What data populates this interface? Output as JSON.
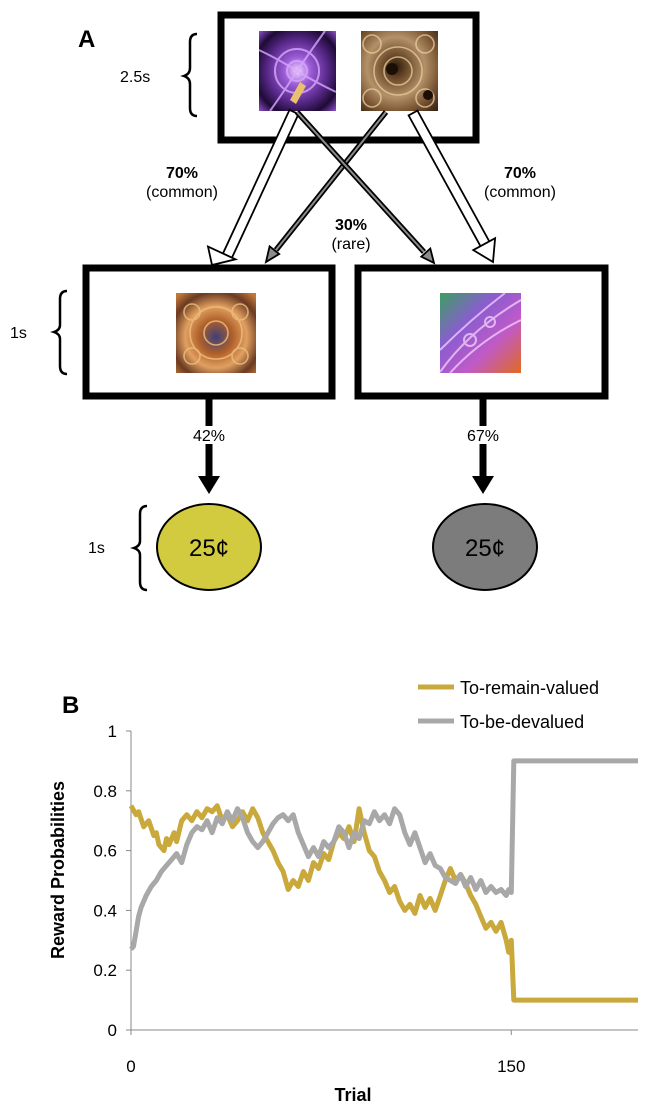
{
  "panel_a": {
    "label": "A",
    "first_stage_duration": "2.5s",
    "second_stage_duration": "1s",
    "outcome_duration": "1s",
    "transition_left": {
      "percent": "70%",
      "type": "(common)"
    },
    "transition_right": {
      "percent": "70%",
      "type": "(common)"
    },
    "transition_rare": {
      "percent": "30%",
      "type": "(rare)"
    },
    "reward_prob_left": "42%",
    "reward_prob_right": "67%",
    "coin_left": {
      "value": "25¢",
      "color": "#d3cb3f"
    },
    "coin_right": {
      "value": "25¢",
      "color": "#7c7c7c"
    }
  },
  "panel_b": {
    "label": "B"
  },
  "chart_data": {
    "type": "line",
    "xlabel": "Trial",
    "ylabel": "Reward Probabilities",
    "xlim": [
      0,
      200
    ],
    "ylim": [
      0,
      1
    ],
    "xticks": [
      "0",
      "150"
    ],
    "xtick_values": [
      0,
      150
    ],
    "yticks": [
      "0",
      "0.2",
      "0.4",
      "0.6",
      "0.8",
      "1"
    ],
    "ytick_values": [
      0,
      0.2,
      0.4,
      0.6,
      0.8,
      1
    ],
    "grid": false,
    "legend_position": "top-right",
    "series": [
      {
        "name": "To-remain-valued",
        "color": "#c9a83c",
        "points": [
          [
            0,
            0.75
          ],
          [
            2,
            0.72
          ],
          [
            3,
            0.73
          ],
          [
            5,
            0.68
          ],
          [
            7,
            0.7
          ],
          [
            9,
            0.65
          ],
          [
            10,
            0.66
          ],
          [
            11,
            0.62
          ],
          [
            13,
            0.6
          ],
          [
            14,
            0.64
          ],
          [
            15,
            0.62
          ],
          [
            17,
            0.66
          ],
          [
            18,
            0.63
          ],
          [
            20,
            0.7
          ],
          [
            22,
            0.72
          ],
          [
            24,
            0.7
          ],
          [
            26,
            0.73
          ],
          [
            28,
            0.71
          ],
          [
            30,
            0.74
          ],
          [
            32,
            0.73
          ],
          [
            34,
            0.75
          ],
          [
            36,
            0.7
          ],
          [
            38,
            0.72
          ],
          [
            40,
            0.68
          ],
          [
            42,
            0.7
          ],
          [
            44,
            0.73
          ],
          [
            46,
            0.7
          ],
          [
            48,
            0.74
          ],
          [
            50,
            0.71
          ],
          [
            52,
            0.66
          ],
          [
            54,
            0.63
          ],
          [
            56,
            0.6
          ],
          [
            58,
            0.56
          ],
          [
            60,
            0.53
          ],
          [
            62,
            0.47
          ],
          [
            64,
            0.5
          ],
          [
            66,
            0.48
          ],
          [
            68,
            0.53
          ],
          [
            70,
            0.5
          ],
          [
            72,
            0.56
          ],
          [
            74,
            0.54
          ],
          [
            76,
            0.59
          ],
          [
            78,
            0.57
          ],
          [
            80,
            0.63
          ],
          [
            82,
            0.66
          ],
          [
            84,
            0.64
          ],
          [
            86,
            0.68
          ],
          [
            88,
            0.63
          ],
          [
            90,
            0.74
          ],
          [
            92,
            0.66
          ],
          [
            94,
            0.6
          ],
          [
            96,
            0.58
          ],
          [
            98,
            0.53
          ],
          [
            100,
            0.5
          ],
          [
            102,
            0.46
          ],
          [
            104,
            0.48
          ],
          [
            106,
            0.43
          ],
          [
            108,
            0.4
          ],
          [
            110,
            0.42
          ],
          [
            112,
            0.39
          ],
          [
            114,
            0.45
          ],
          [
            116,
            0.41
          ],
          [
            118,
            0.44
          ],
          [
            120,
            0.4
          ],
          [
            122,
            0.45
          ],
          [
            124,
            0.5
          ],
          [
            126,
            0.54
          ],
          [
            128,
            0.5
          ],
          [
            130,
            0.52
          ],
          [
            132,
            0.49
          ],
          [
            134,
            0.45
          ],
          [
            136,
            0.42
          ],
          [
            138,
            0.38
          ],
          [
            140,
            0.34
          ],
          [
            142,
            0.36
          ],
          [
            144,
            0.33
          ],
          [
            146,
            0.36
          ],
          [
            148,
            0.3
          ],
          [
            149,
            0.26
          ],
          [
            150,
            0.3
          ],
          [
            151,
            0.1
          ],
          [
            160,
            0.1
          ],
          [
            170,
            0.1
          ],
          [
            180,
            0.1
          ],
          [
            190,
            0.1
          ],
          [
            200,
            0.1
          ]
        ]
      },
      {
        "name": "To-be-devalued",
        "color": "#a8a8a8",
        "points": [
          [
            0,
            0.27
          ],
          [
            1,
            0.28
          ],
          [
            2,
            0.33
          ],
          [
            3,
            0.38
          ],
          [
            4,
            0.41
          ],
          [
            6,
            0.45
          ],
          [
            8,
            0.48
          ],
          [
            10,
            0.5
          ],
          [
            12,
            0.53
          ],
          [
            14,
            0.55
          ],
          [
            16,
            0.57
          ],
          [
            18,
            0.59
          ],
          [
            20,
            0.56
          ],
          [
            22,
            0.62
          ],
          [
            24,
            0.66
          ],
          [
            26,
            0.68
          ],
          [
            28,
            0.67
          ],
          [
            30,
            0.7
          ],
          [
            32,
            0.66
          ],
          [
            34,
            0.71
          ],
          [
            36,
            0.69
          ],
          [
            38,
            0.73
          ],
          [
            40,
            0.7
          ],
          [
            42,
            0.74
          ],
          [
            44,
            0.71
          ],
          [
            46,
            0.66
          ],
          [
            48,
            0.63
          ],
          [
            50,
            0.61
          ],
          [
            52,
            0.63
          ],
          [
            54,
            0.66
          ],
          [
            56,
            0.69
          ],
          [
            58,
            0.71
          ],
          [
            60,
            0.72
          ],
          [
            62,
            0.7
          ],
          [
            64,
            0.72
          ],
          [
            66,
            0.66
          ],
          [
            68,
            0.62
          ],
          [
            70,
            0.58
          ],
          [
            72,
            0.61
          ],
          [
            74,
            0.58
          ],
          [
            76,
            0.63
          ],
          [
            78,
            0.61
          ],
          [
            80,
            0.63
          ],
          [
            82,
            0.68
          ],
          [
            84,
            0.66
          ],
          [
            86,
            0.61
          ],
          [
            88,
            0.66
          ],
          [
            90,
            0.64
          ],
          [
            92,
            0.7
          ],
          [
            94,
            0.69
          ],
          [
            96,
            0.73
          ],
          [
            98,
            0.7
          ],
          [
            100,
            0.72
          ],
          [
            102,
            0.69
          ],
          [
            104,
            0.74
          ],
          [
            106,
            0.72
          ],
          [
            108,
            0.66
          ],
          [
            110,
            0.62
          ],
          [
            112,
            0.66
          ],
          [
            114,
            0.61
          ],
          [
            116,
            0.56
          ],
          [
            118,
            0.59
          ],
          [
            120,
            0.55
          ],
          [
            122,
            0.54
          ],
          [
            124,
            0.51
          ],
          [
            126,
            0.5
          ],
          [
            128,
            0.49
          ],
          [
            130,
            0.52
          ],
          [
            132,
            0.48
          ],
          [
            134,
            0.51
          ],
          [
            136,
            0.47
          ],
          [
            138,
            0.5
          ],
          [
            140,
            0.46
          ],
          [
            142,
            0.48
          ],
          [
            144,
            0.46
          ],
          [
            146,
            0.47
          ],
          [
            148,
            0.45
          ],
          [
            149,
            0.47
          ],
          [
            150,
            0.46
          ],
          [
            151,
            0.9
          ],
          [
            160,
            0.9
          ],
          [
            170,
            0.9
          ],
          [
            180,
            0.9
          ],
          [
            190,
            0.9
          ],
          [
            200,
            0.9
          ]
        ]
      }
    ]
  }
}
